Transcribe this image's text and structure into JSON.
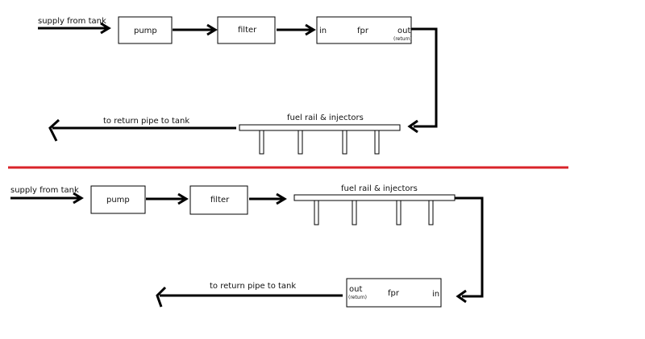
{
  "colors": {
    "ink": "#000000",
    "separator": "#d9232a",
    "box_fill": "#ffffff"
  },
  "top": {
    "supply_label": "supply from tank",
    "pump_label": "pump",
    "filter_label": "filter",
    "fpr": {
      "in_label": "in",
      "name_label": "fpr",
      "out_label": "out",
      "return_label": "(return)"
    },
    "rail_label": "fuel rail & injectors",
    "return_label": "to return pipe to tank"
  },
  "bottom": {
    "supply_label": "supply from tank",
    "pump_label": "pump",
    "filter_label": "filter",
    "rail_label": "fuel rail & injectors",
    "fpr": {
      "out_label": "out",
      "return_label": "(return)",
      "name_label": "fpr",
      "in_label": "in"
    },
    "return_label": "to return pipe to tank"
  }
}
